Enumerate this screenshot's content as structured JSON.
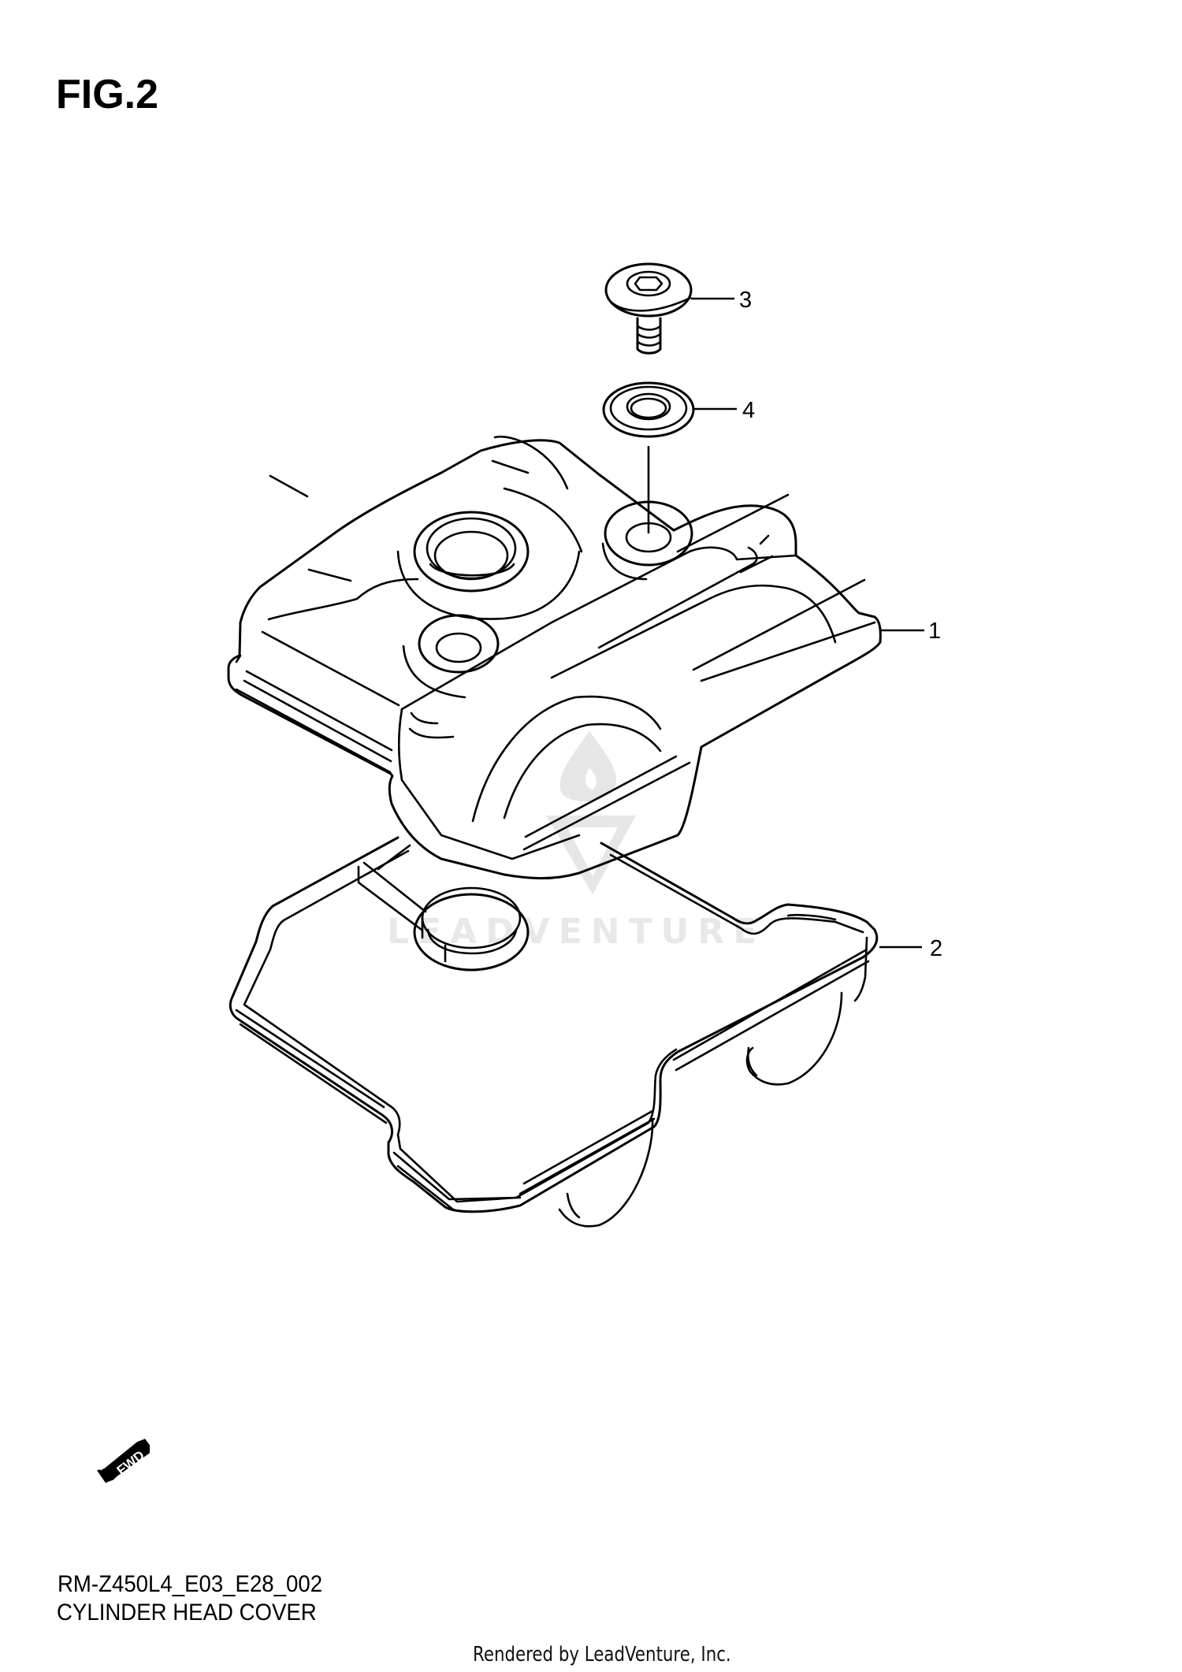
{
  "figure": {
    "title": "FIG.2"
  },
  "callouts": [
    {
      "number": "1",
      "part": "cylinder-head-cover"
    },
    {
      "number": "2",
      "part": "head-cover-gasket"
    },
    {
      "number": "3",
      "part": "flange-bolt"
    },
    {
      "number": "4",
      "part": "seal-washer"
    }
  ],
  "direction_indicator": {
    "label": "FWD",
    "icon": "forward-arrow-icon"
  },
  "watermark": {
    "text": "LEADVENTURE"
  },
  "caption": {
    "part_code": "RM-Z450L4_E03_E28_002",
    "section_name": "CYLINDER HEAD COVER"
  },
  "footer": {
    "credit": "Rendered by LeadVenture, Inc."
  }
}
